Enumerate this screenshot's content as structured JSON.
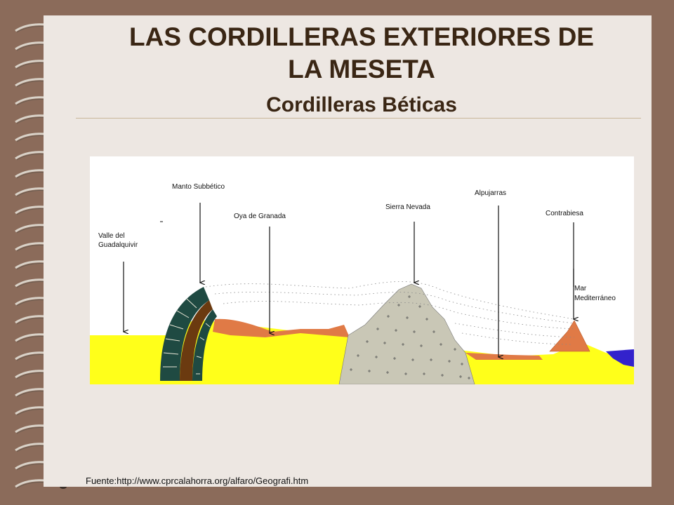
{
  "slide": {
    "title_line1": "LAS CORDILLERAS EXTERIORES DE",
    "title_line2": "LA MESETA",
    "subtitle": "Cordilleras Béticas",
    "source": "Fuente:http://www.cprcalahorra.org/alfaro/Geografi.htm"
  },
  "diagram": {
    "labels": {
      "valle_line1": "Valle del",
      "valle_line2": "Guadalquivir",
      "manto": "Manto Subbético",
      "hoya": "Oya de Granada",
      "sierra": "Sierra Nevada",
      "alpujarras": "Alpujarras",
      "contrabiesa": "Contrabiesa",
      "mar_line1": "Mar",
      "mar_line2": "Mediterráneo"
    },
    "colors": {
      "sediment_yellow": "#ffff1a",
      "nappe_green": "#1f4a42",
      "nappe_brown": "#6b3a10",
      "depression_orange": "#e07a46",
      "granite_grey": "#c9c7b6",
      "sea_blue": "#3322cc"
    }
  }
}
